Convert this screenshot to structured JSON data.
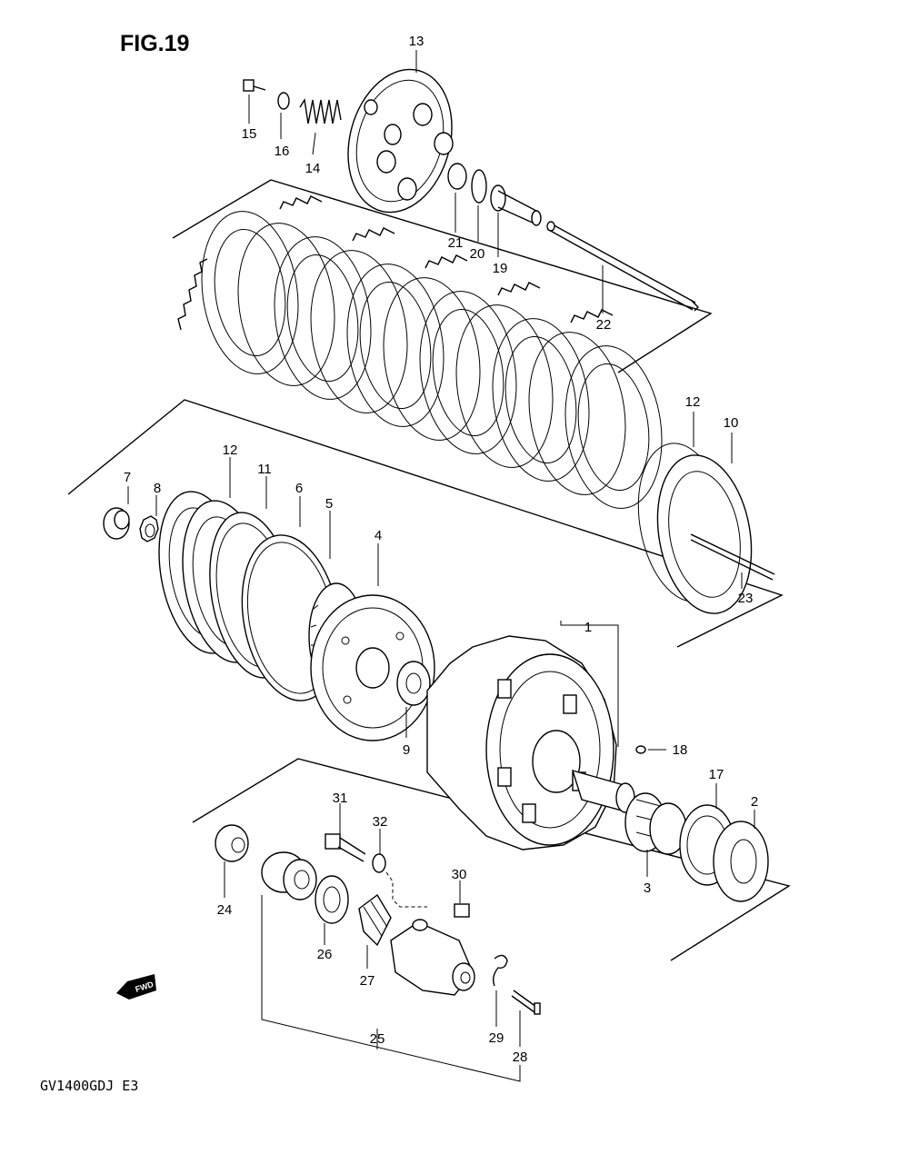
{
  "figure_title": "FIG.19",
  "footer_model": "GV1400GDJ E3",
  "fwd_label": "FWD",
  "callouts": {
    "c1": "1",
    "c2": "2",
    "c3": "3",
    "c4": "4",
    "c5": "5",
    "c6": "6",
    "c7": "7",
    "c8": "8",
    "c9": "9",
    "c10": "10",
    "c11": "11",
    "c12a": "12",
    "c12b": "12",
    "c13": "13",
    "c14": "14",
    "c15": "15",
    "c16": "16",
    "c17": "17",
    "c18": "18",
    "c19": "19",
    "c20": "20",
    "c21": "21",
    "c22": "22",
    "c23": "23",
    "c24": "24",
    "c25": "25",
    "c26": "26",
    "c27": "27",
    "c28": "28",
    "c29": "29",
    "c30": "30",
    "c31": "31",
    "c32": "32"
  }
}
